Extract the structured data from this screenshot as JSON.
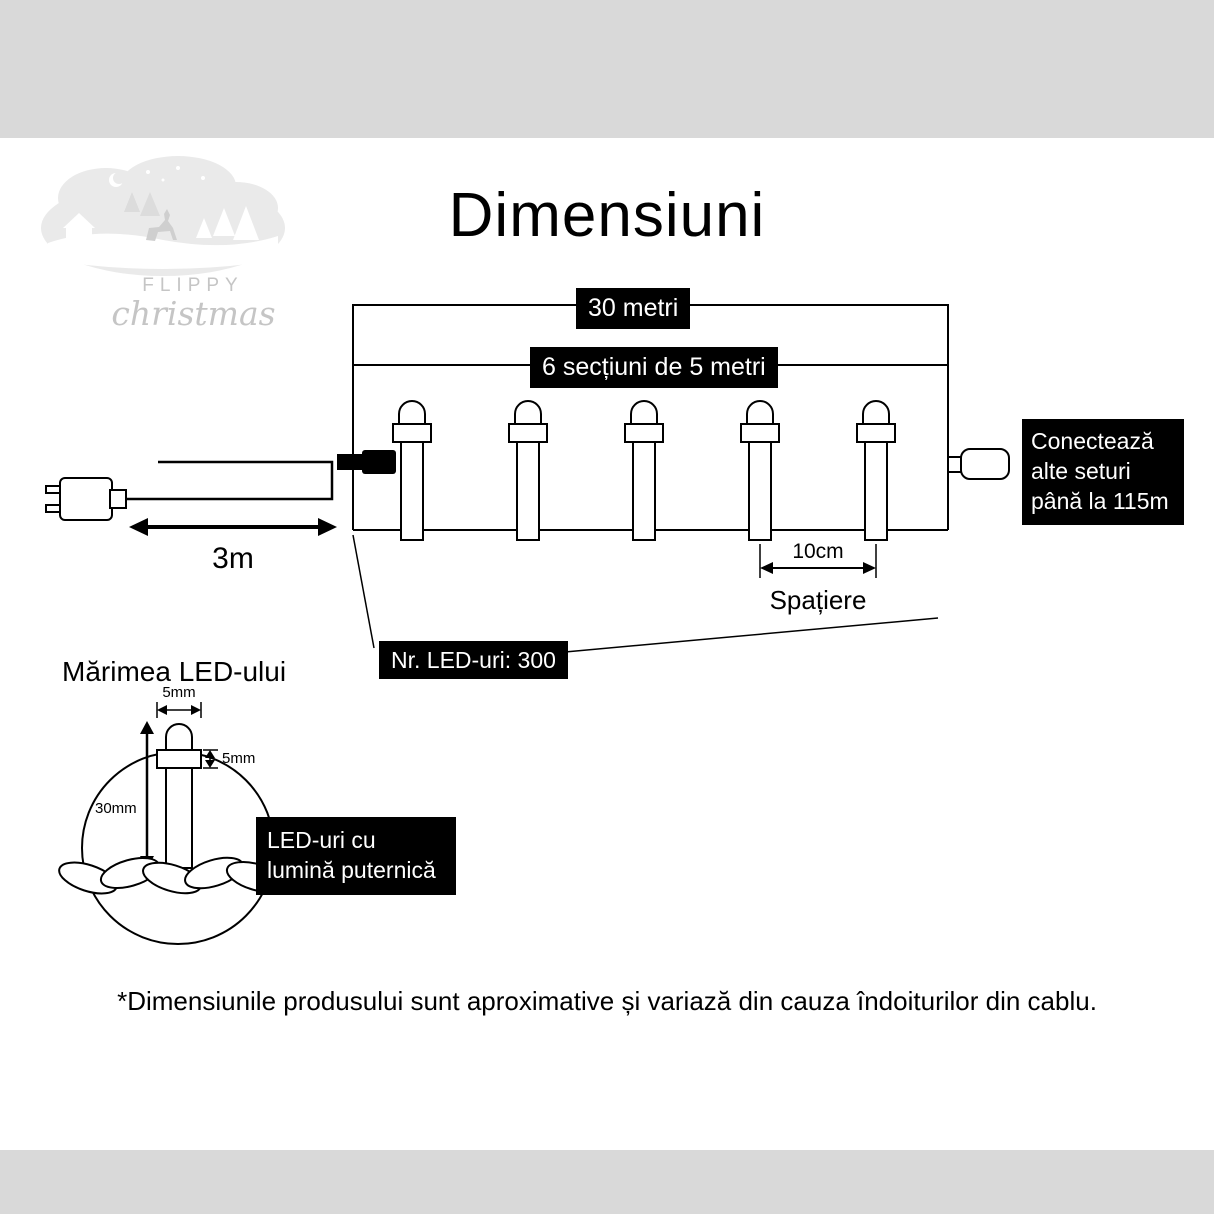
{
  "page": {
    "title": "Dimensiuni",
    "footnote": "*Dimensiunile produsului sunt aproximative și variază din cauza îndoiturilor din cablu."
  },
  "logo": {
    "brand": "FLIPPY",
    "brand_script": "christmas"
  },
  "diagram": {
    "total_length": "30 metri",
    "sections": "6 secțiuni de 5 metri",
    "connect_info": "Conectează alte seturi până la 115m",
    "lead_length": "3m",
    "led_count": "Nr. LED-uri: 300",
    "spacing_value": "10cm",
    "spacing_caption": "Spațiere"
  },
  "led_detail": {
    "title": "Mărimea LED-ului",
    "bulb_width": "5mm",
    "cap_height": "5mm",
    "total_height": "30mm",
    "feature": "LED-uri cu lumină puternică"
  },
  "colors": {
    "label_bg": "#000000",
    "label_fg": "#ffffff",
    "line": "#000000",
    "page_bg": "#ffffff",
    "band_bg": "#d9d9d9",
    "logo_gray": "#c5c5c5"
  }
}
